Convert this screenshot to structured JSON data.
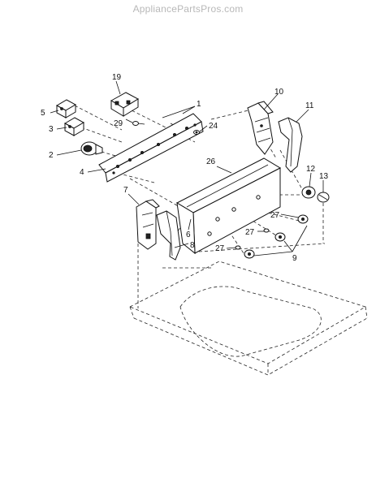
{
  "watermark": "AppliancePartsPros.com",
  "callouts": [
    {
      "id": "19",
      "text": "19"
    },
    {
      "id": "1",
      "text": "1"
    },
    {
      "id": "5",
      "text": "5"
    },
    {
      "id": "29",
      "text": "29"
    },
    {
      "id": "24",
      "text": "24"
    },
    {
      "id": "3",
      "text": "3"
    },
    {
      "id": "2",
      "text": "2"
    },
    {
      "id": "4",
      "text": "4"
    },
    {
      "id": "26",
      "text": "26"
    },
    {
      "id": "10",
      "text": "10"
    },
    {
      "id": "11",
      "text": "11"
    },
    {
      "id": "12",
      "text": "12"
    },
    {
      "id": "13",
      "text": "13"
    },
    {
      "id": "7",
      "text": "7"
    },
    {
      "id": "6",
      "text": "6"
    },
    {
      "id": "8",
      "text": "8"
    },
    {
      "id": "27a",
      "text": "27"
    },
    {
      "id": "27b",
      "text": "27"
    },
    {
      "id": "27c",
      "text": "27"
    },
    {
      "id": "9",
      "text": "9"
    }
  ]
}
